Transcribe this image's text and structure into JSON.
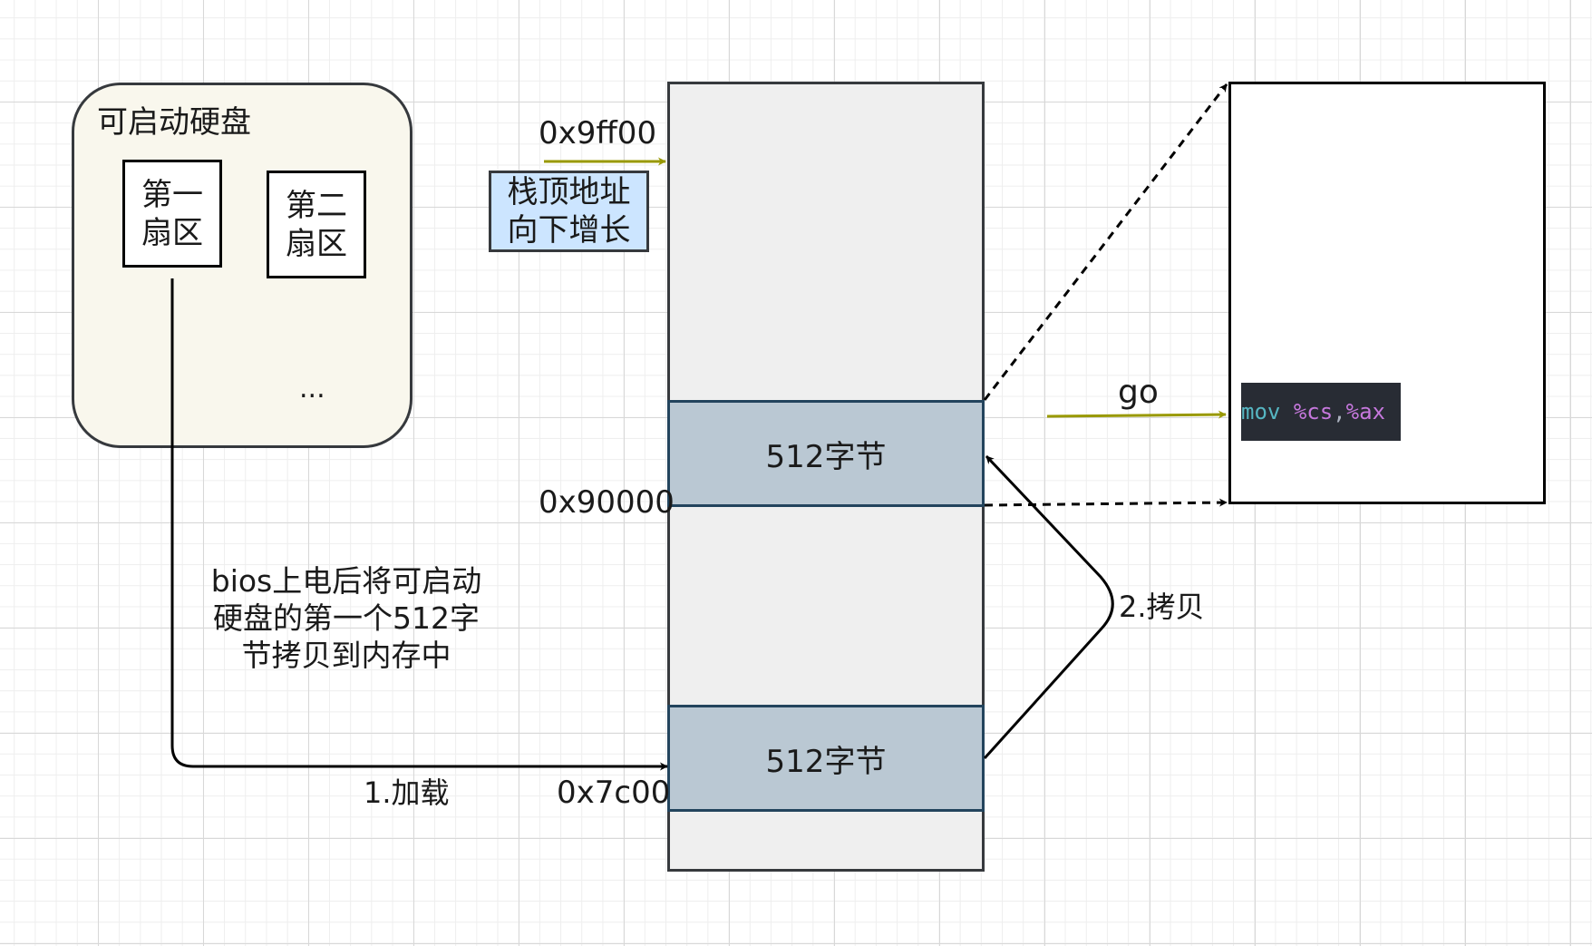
{
  "disk": {
    "title": "可启动硬盘",
    "sectors": [
      {
        "label": "第一\n扇区"
      },
      {
        "label": "第二\n扇区"
      }
    ],
    "ellipsis": "..."
  },
  "memory": {
    "addresses": {
      "stack_top": "0x9ff00",
      "copy_dest": "0x90000",
      "boot_load": "0x7c00"
    },
    "stack_note": "栈顶地址\n向下增长",
    "blocks": [
      {
        "label": "512字节"
      },
      {
        "label": "512字节"
      }
    ]
  },
  "steps": {
    "load": "1.加载",
    "copy": "2.拷贝",
    "go": "go"
  },
  "description": "bios上电后将可启动\n硬盘的第一个512字\n节拷贝到内存中",
  "code": {
    "tokens": [
      {
        "text": "mov",
        "color": "#56b6c2"
      },
      {
        "text": " ",
        "color": "#abb2bf"
      },
      {
        "text": "%",
        "color": "#c678dd"
      },
      {
        "text": "cs",
        "color": "#c678dd"
      },
      {
        "text": ",",
        "color": "#abb2bf"
      },
      {
        "text": "%",
        "color": "#c678dd"
      },
      {
        "text": "ax",
        "color": "#c678dd"
      }
    ]
  },
  "colors": {
    "go_arrow": "#999900",
    "block_fill": "#bac8d3",
    "stack_note_fill": "#cce5ff",
    "disk_fill": "#f9f7ed"
  }
}
